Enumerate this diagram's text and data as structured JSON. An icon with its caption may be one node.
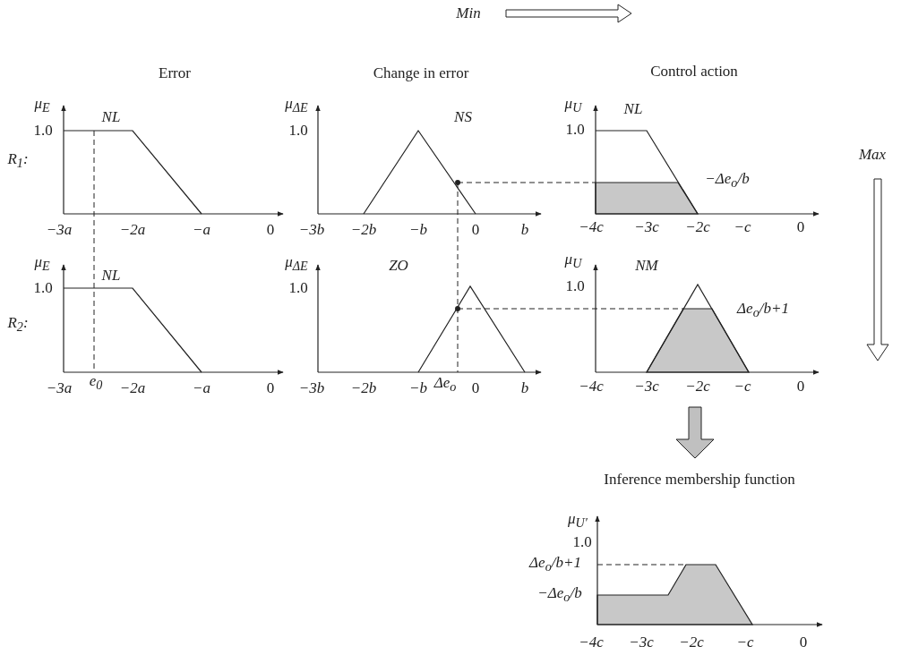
{
  "diagram": {
    "labels": [
      "Min",
      "Error",
      "Change in error",
      "Control action",
      "Max",
      "μ$_{E}$",
      "NL",
      "1.0",
      "R$_{1}$:",
      "−3a",
      "−2a",
      "−a",
      "0",
      "μ$_{ΔE}$",
      "NS",
      "1.0",
      "−3b",
      "−2b",
      "−b",
      "0",
      "b",
      "μ$_{U}$",
      "NL",
      "1.0",
      "−Δe$_{o}$/b",
      "−4c",
      "−3c",
      "−2c",
      "−c",
      "0",
      "μ$_{E}$",
      "NL",
      "1.0",
      "R$_{2}$:",
      "−3a",
      "e$_{0}$",
      "−2a",
      "−a",
      "0",
      "μ$_{ΔE}$",
      "ZO",
      "1.0",
      "−3b",
      "−2b",
      "−b",
      "Δe$_{o}$",
      "0",
      "b",
      "μ$_{U}$",
      "NM",
      "1.0",
      "Δe$_{o}$/b+1",
      "−4c",
      "−3c",
      "−2c",
      "−c",
      "0",
      "Inference membership function",
      "μ$_{U′}$",
      "1.0",
      "Δe$_{o}$/b+1",
      "−Δe$_{o}$/b",
      "−4c",
      "−3c",
      "−2c",
      "−c",
      "0"
    ]
  }
}
